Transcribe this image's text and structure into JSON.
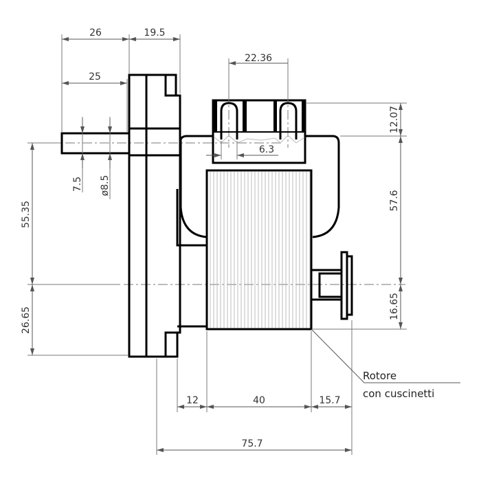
{
  "dimensions": {
    "shaft_total": "26",
    "gearbox_width": "19.5",
    "shaft_exposed": "25",
    "terminal_pitch": "22.36",
    "terminal_height": "12.07",
    "terminal_pin": "6.3",
    "shaft_flat": "7.5",
    "shaft_diameter": "ø8.5",
    "axis_to_shaft": "55.35",
    "axis_to_bottom": "26.65",
    "bracket_height": "57.6",
    "axis_to_coil_bottom": "16.65",
    "plate_offset": "12",
    "coil_width": "40",
    "rotor_overhang": "15.7",
    "overall_length": "75.7"
  },
  "callout": {
    "line1": "Rotore",
    "line2": "con cuscinetti"
  },
  "colors": {
    "outline": "#000000",
    "dimension": "#555555",
    "lamination": "#bbbbbb"
  }
}
